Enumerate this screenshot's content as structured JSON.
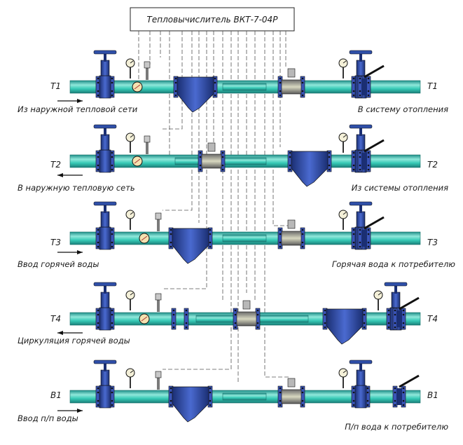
{
  "controller": {
    "label": "Тепловычислитель ВКТ-7-04Р"
  },
  "lines": [
    {
      "code": "Т1",
      "left_text": "Из наружной тепловой сети",
      "right_text": "В систему отопления",
      "flow": "in"
    },
    {
      "code": "Т2",
      "left_text": "В наружную тепловую сеть",
      "right_text": "Из системы отопления",
      "flow": "out"
    },
    {
      "code": "Т3",
      "left_text": "Ввод горячей воды",
      "right_text": "Горячая вода к потребителю",
      "flow": "in"
    },
    {
      "code": "Т4",
      "left_text": "Циркуляция горячей воды",
      "right_text": "",
      "flow": "out"
    },
    {
      "code": "В1",
      "left_text": "Ввод п/п воды",
      "right_text": "П/п вода к потребителю",
      "flow": "in"
    }
  ],
  "colors": {
    "pipe": "#36c9b6",
    "pipe_dark": "#1e8f88",
    "pipe_light": "#8fe8da",
    "valve": "#2f4fa8",
    "valve_dark": "#1b2f73",
    "flange": "#3a55b8"
  }
}
